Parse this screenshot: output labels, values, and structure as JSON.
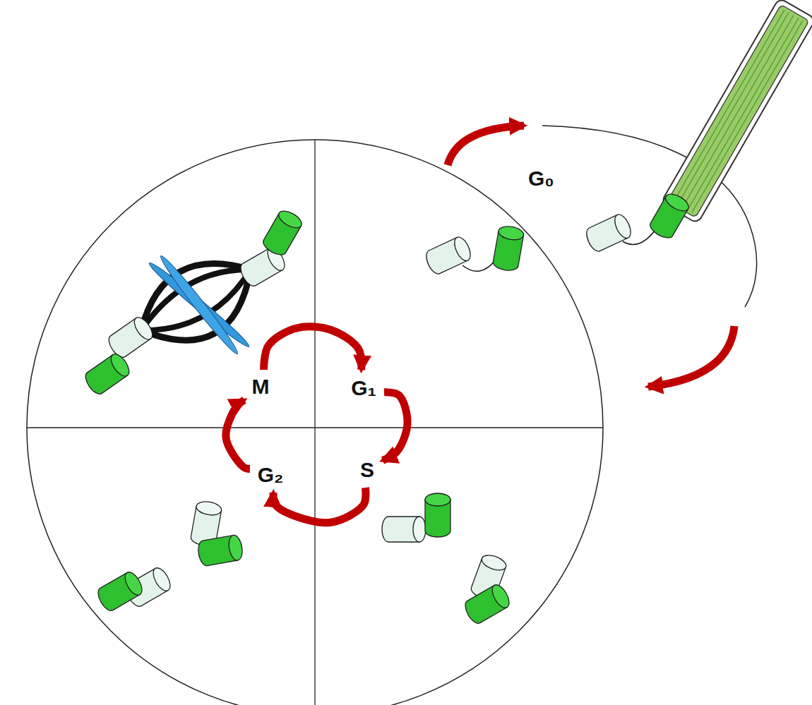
{
  "diagram": {
    "nodes": [
      {
        "text": [
          "M"
        ]
      },
      {
        "text": [
          "G₁"
        ]
      },
      {
        "text": [
          "S"
        ]
      },
      {
        "text": [
          "G₂"
        ]
      }
    ],
    "edges": [
      {
        "from": 0,
        "to": 1,
        "arrow": "to"
      },
      {
        "from": 1,
        "to": 2,
        "arrow": "to"
      },
      {
        "from": 2,
        "to": 3,
        "arrow": "to"
      },
      {
        "from": 3,
        "to": 0,
        "arrow": "to"
      }
    ],
    "labels": [
      "G₀"
    ]
  }
}
